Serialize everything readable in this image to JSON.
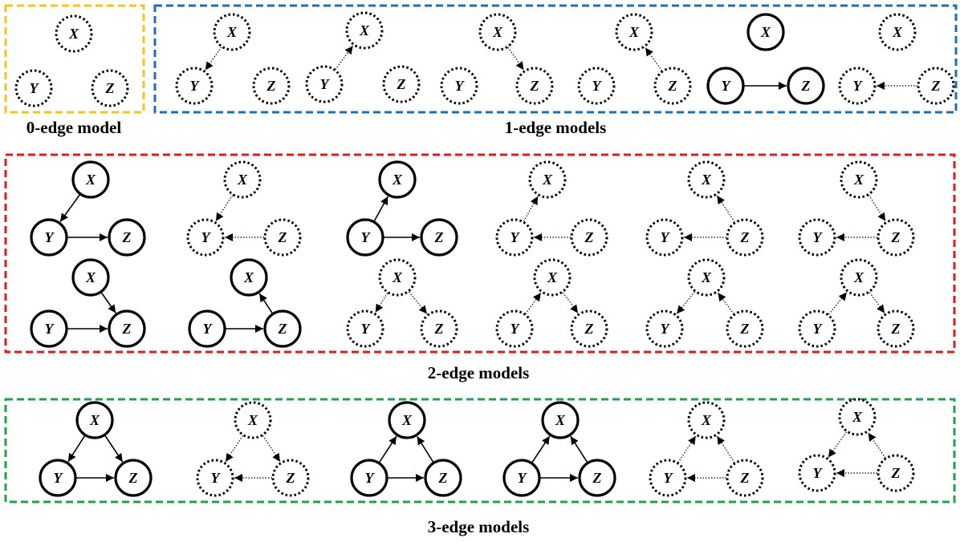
{
  "colors": {
    "zero": "#F5C518",
    "one": "#1F6FB5",
    "two": "#E01B1B",
    "three": "#1FA34A",
    "ink": "#000000"
  },
  "node_names": {
    "X": "X",
    "Y": "Y",
    "Z": "Z"
  },
  "groups": [
    {
      "id": "zero",
      "label": "0-edge model"
    },
    {
      "id": "one",
      "label": "1-edge models"
    },
    {
      "id": "two",
      "label": "2-edge models"
    },
    {
      "id": "three",
      "label": "3-edge models"
    }
  ],
  "models": [
    {
      "group": "zero",
      "solid": [],
      "edges": []
    },
    {
      "group": "one",
      "solid": [],
      "edges": [
        {
          "from": "X",
          "to": "Y",
          "style": "dotted"
        }
      ]
    },
    {
      "group": "one",
      "solid": [],
      "edges": [
        {
          "from": "Y",
          "to": "X",
          "style": "dotted"
        }
      ]
    },
    {
      "group": "one",
      "solid": [],
      "edges": [
        {
          "from": "X",
          "to": "Z",
          "style": "dotted"
        }
      ]
    },
    {
      "group": "one",
      "solid": [],
      "edges": [
        {
          "from": "Z",
          "to": "X",
          "style": "dotted"
        }
      ]
    },
    {
      "group": "one",
      "solid": [
        "X",
        "Y",
        "Z"
      ],
      "edges": [
        {
          "from": "Y",
          "to": "Z",
          "style": "solid"
        }
      ]
    },
    {
      "group": "one",
      "solid": [],
      "edges": [
        {
          "from": "Z",
          "to": "Y",
          "style": "dotted"
        }
      ]
    },
    {
      "group": "two",
      "solid": [
        "X",
        "Y",
        "Z"
      ],
      "edges": [
        {
          "from": "X",
          "to": "Y",
          "style": "solid"
        },
        {
          "from": "Y",
          "to": "Z",
          "style": "solid"
        }
      ]
    },
    {
      "group": "two",
      "solid": [],
      "edges": [
        {
          "from": "X",
          "to": "Y",
          "style": "dotted"
        },
        {
          "from": "Z",
          "to": "Y",
          "style": "dotted"
        }
      ]
    },
    {
      "group": "two",
      "solid": [
        "X",
        "Y",
        "Z"
      ],
      "edges": [
        {
          "from": "Y",
          "to": "X",
          "style": "solid"
        },
        {
          "from": "Y",
          "to": "Z",
          "style": "solid"
        }
      ]
    },
    {
      "group": "two",
      "solid": [],
      "edges": [
        {
          "from": "Y",
          "to": "X",
          "style": "dotted"
        },
        {
          "from": "Z",
          "to": "Y",
          "style": "dotted"
        }
      ]
    },
    {
      "group": "two",
      "solid": [],
      "edges": [
        {
          "from": "Z",
          "to": "X",
          "style": "dotted"
        },
        {
          "from": "Z",
          "to": "Y",
          "style": "dotted"
        }
      ]
    },
    {
      "group": "two",
      "solid": [],
      "edges": [
        {
          "from": "X",
          "to": "Z",
          "style": "dotted"
        },
        {
          "from": "Z",
          "to": "Y",
          "style": "dotted"
        }
      ]
    },
    {
      "group": "two",
      "solid": [
        "X",
        "Y",
        "Z"
      ],
      "edges": [
        {
          "from": "X",
          "to": "Z",
          "style": "solid"
        },
        {
          "from": "Y",
          "to": "Z",
          "style": "solid"
        }
      ]
    },
    {
      "group": "two",
      "solid": [
        "X",
        "Y",
        "Z"
      ],
      "edges": [
        {
          "from": "Z",
          "to": "X",
          "style": "solid"
        },
        {
          "from": "Y",
          "to": "Z",
          "style": "solid"
        }
      ]
    },
    {
      "group": "two",
      "solid": [],
      "edges": [
        {
          "from": "X",
          "to": "Y",
          "style": "dotted"
        },
        {
          "from": "X",
          "to": "Z",
          "style": "dotted"
        }
      ]
    },
    {
      "group": "two",
      "solid": [],
      "edges": [
        {
          "from": "Y",
          "to": "X",
          "style": "dotted"
        },
        {
          "from": "X",
          "to": "Z",
          "style": "dotted"
        }
      ]
    },
    {
      "group": "two",
      "solid": [],
      "edges": [
        {
          "from": "X",
          "to": "Y",
          "style": "dotted"
        },
        {
          "from": "Z",
          "to": "X",
          "style": "dotted"
        }
      ]
    },
    {
      "group": "two",
      "solid": [],
      "edges": [
        {
          "from": "Y",
          "to": "X",
          "style": "dotted"
        },
        {
          "from": "X",
          "to": "Z",
          "style": "dotted"
        }
      ]
    },
    {
      "group": "three",
      "solid": [
        "X",
        "Y",
        "Z"
      ],
      "edges": [
        {
          "from": "X",
          "to": "Y",
          "style": "solid"
        },
        {
          "from": "X",
          "to": "Z",
          "style": "solid"
        },
        {
          "from": "Y",
          "to": "Z",
          "style": "solid"
        }
      ]
    },
    {
      "group": "three",
      "solid": [],
      "edges": [
        {
          "from": "X",
          "to": "Y",
          "style": "dotted"
        },
        {
          "from": "X",
          "to": "Z",
          "style": "dotted"
        },
        {
          "from": "Z",
          "to": "Y",
          "style": "dotted"
        }
      ]
    },
    {
      "group": "three",
      "solid": [
        "X",
        "Y",
        "Z"
      ],
      "edges": [
        {
          "from": "Y",
          "to": "X",
          "style": "solid"
        },
        {
          "from": "Z",
          "to": "X",
          "style": "solid"
        },
        {
          "from": "Y",
          "to": "Z",
          "style": "solid"
        }
      ]
    },
    {
      "group": "three",
      "solid": [
        "X",
        "Y",
        "Z"
      ],
      "edges": [
        {
          "from": "Y",
          "to": "X",
          "style": "solid"
        },
        {
          "from": "Z",
          "to": "X",
          "style": "solid"
        },
        {
          "from": "Y",
          "to": "Z",
          "style": "solid"
        }
      ]
    },
    {
      "group": "three",
      "solid": [],
      "edges": [
        {
          "from": "Y",
          "to": "X",
          "style": "dotted"
        },
        {
          "from": "Z",
          "to": "X",
          "style": "dotted"
        },
        {
          "from": "Z",
          "to": "Y",
          "style": "dotted"
        }
      ]
    },
    {
      "group": "three",
      "solid": [],
      "edges": [
        {
          "from": "X",
          "to": "Y",
          "style": "dotted"
        },
        {
          "from": "Z",
          "to": "X",
          "style": "dotted"
        },
        {
          "from": "Z",
          "to": "Y",
          "style": "dotted"
        }
      ]
    }
  ]
}
